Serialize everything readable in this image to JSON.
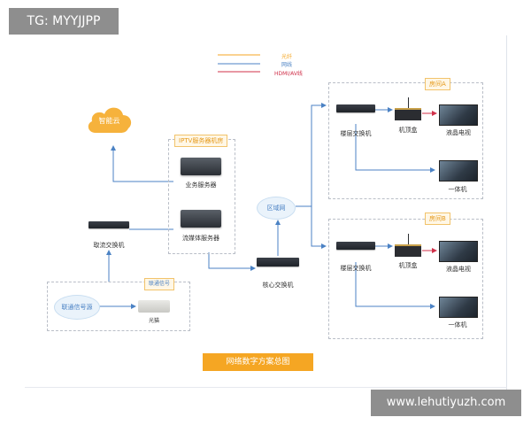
{
  "watermarks": {
    "top_left": "TG: MYYJJPP",
    "bottom_right": "www.lehutiyuzh.com"
  },
  "legend": {
    "items": [
      {
        "label": "光纤",
        "color": "#f5a623"
      },
      {
        "label": "网线",
        "color": "#4b82c4"
      },
      {
        "label": "HDMI/AV线",
        "color": "#d0314a"
      }
    ]
  },
  "nodes": {
    "cloud": "智能云",
    "iptv_group": "IPTV服务器机房",
    "business_server": "业务服务器",
    "media_server": "流媒体服务器",
    "access_switch": "取流交换机",
    "core_switch": "核心交换机",
    "lan_cloud": "区域网",
    "signal_group": "联通信号",
    "signal_source": "联通信号源",
    "optical_modem": "光猫"
  },
  "rooms": [
    {
      "name": "房间A",
      "floor_switch": "楼层交换机",
      "set_top_box": "机顶盒",
      "lcd_tv": "液晶电视",
      "all_in_one": "一体机"
    },
    {
      "name": "房间B",
      "floor_switch": "楼层交换机",
      "set_top_box": "机顶盒",
      "lcd_tv": "液晶电视",
      "all_in_one": "一体机"
    }
  ],
  "diagram_title": "网络数字方案总图"
}
